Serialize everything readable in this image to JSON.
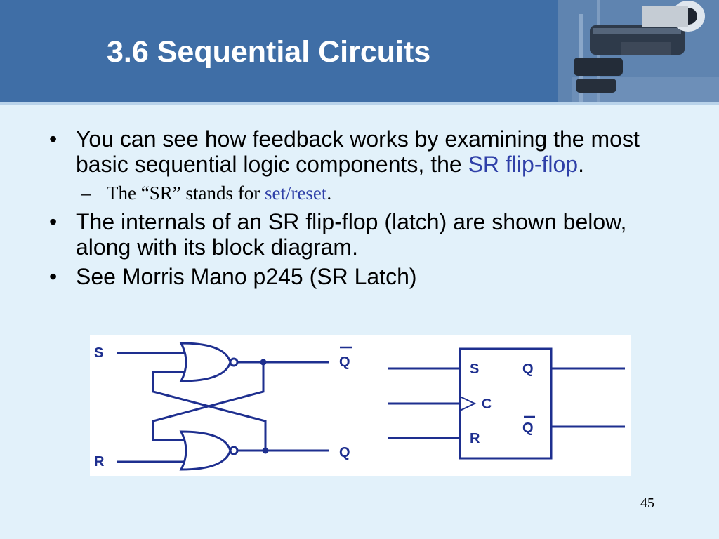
{
  "slide": {
    "title": "3.6 Sequential Circuits",
    "page_number": "45"
  },
  "colors": {
    "header_bg": "#3f6ea6",
    "body_bg": "#e2f1fa",
    "accent_text": "#2f40a8",
    "diagram_ink": "#1e2f8f"
  },
  "bullets": [
    {
      "marker": "•",
      "text_before": "You can see how feedback works by examining the most basic sequential logic components, the ",
      "highlight": "SR flip-flop",
      "text_after": ".",
      "sub": {
        "marker": "–",
        "text_before": "The “SR” stands for ",
        "highlight": "set/reset",
        "text_after": "."
      }
    },
    {
      "marker": "•",
      "text": "The internals of an SR flip-flop (latch) are shown below, along with its block diagram."
    },
    {
      "marker": "•",
      "text": "See Morris Mano p245 (SR Latch)"
    }
  ],
  "circuit": {
    "input_s": "S",
    "input_r": "R",
    "output_qbar": "Q",
    "output_q": "Q"
  },
  "block": {
    "pin_s": "S",
    "pin_c": "C",
    "pin_r": "R",
    "pin_q": "Q",
    "pin_qbar": "Q"
  }
}
